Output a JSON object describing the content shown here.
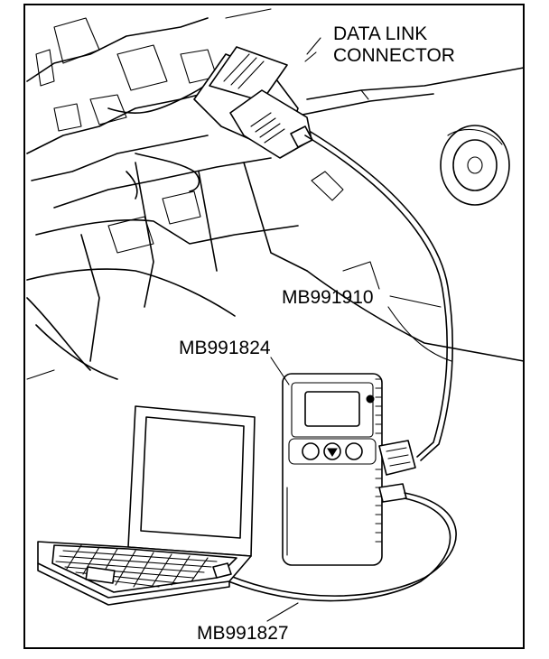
{
  "diagram": {
    "labels": {
      "data_link_connector_line1": "DATA LINK",
      "data_link_connector_line2": "CONNECTOR",
      "cable_to_connector": "MB991910",
      "tester_unit": "MB991824",
      "cable_to_laptop": "MB991827"
    },
    "colors": {
      "ink": "#000000",
      "paper": "#ffffff"
    }
  }
}
